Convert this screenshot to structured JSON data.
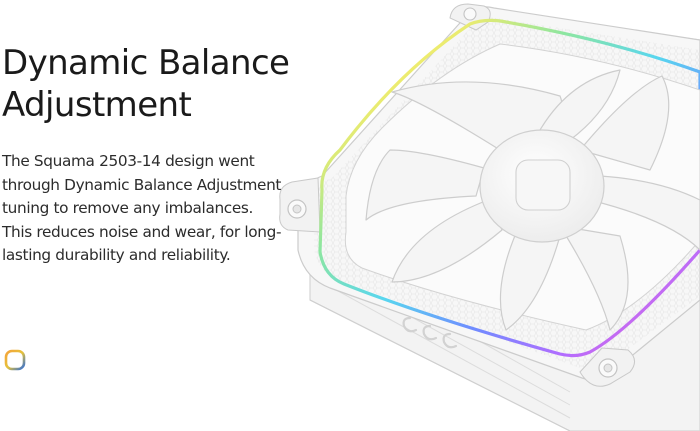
{
  "heading": {
    "line1": "Dynamic Balance",
    "line2": "Adjustment"
  },
  "description": "The Squama 2503-14 design went through Dynamic Balance Adjustment, tuning to remove any imbalances. This reduces noise and wear, for long-lasting durability and reliability.",
  "icons": {
    "brand": "rounded-square-gradient-icon"
  },
  "colors": {
    "background": "#ffffff",
    "text": "#1b1b1b",
    "rgb_ring": [
      "#ffb347",
      "#f7e34d",
      "#8fe36d",
      "#4fd1e6",
      "#6a8cff",
      "#b36cff",
      "#ff5cc8"
    ]
  }
}
